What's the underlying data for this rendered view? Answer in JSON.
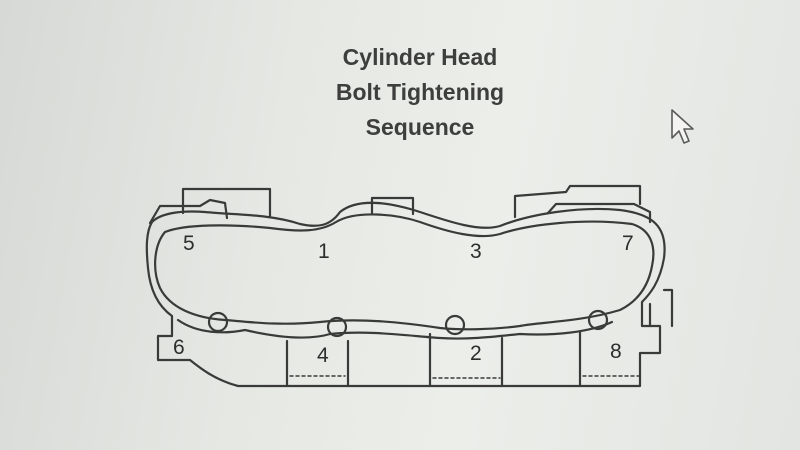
{
  "title": {
    "line1": "Cylinder Head",
    "line2": "Bolt Tightening",
    "line3": "Sequence"
  },
  "bolts": [
    {
      "label": "1"
    },
    {
      "label": "2"
    },
    {
      "label": "3"
    },
    {
      "label": "4"
    },
    {
      "label": "5"
    },
    {
      "label": "6"
    },
    {
      "label": "7"
    },
    {
      "label": "8"
    }
  ],
  "colors": {
    "ink": "#3a3b39",
    "background": "#e8eae6"
  },
  "icons": {
    "pointer": "mouse-pointer-icon"
  }
}
